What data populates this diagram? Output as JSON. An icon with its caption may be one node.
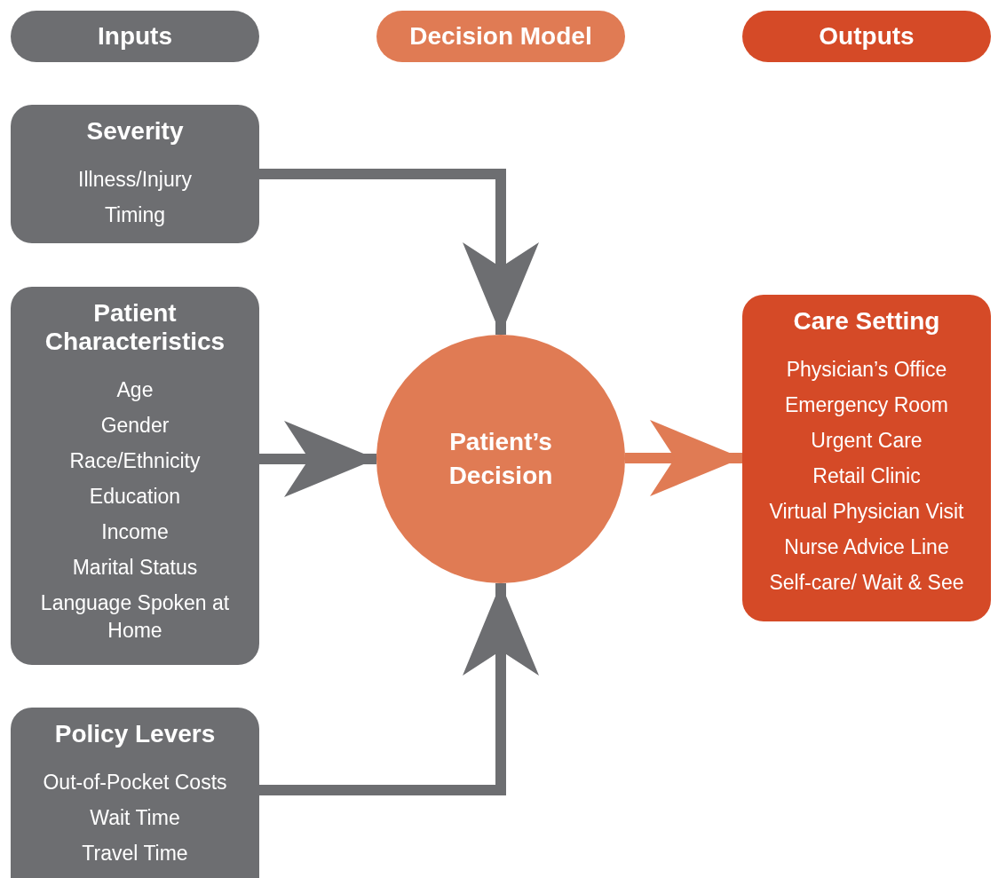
{
  "diagram": {
    "nodes": [
      {
        "text": [
          "Inputs"
        ]
      },
      {
        "text": [
          "Decision Model"
        ]
      },
      {
        "text": [
          "Outputs"
        ]
      },
      {
        "text": [
          "Severity",
          "Illness/Injury",
          "Timing"
        ]
      },
      {
        "text": [
          "Patient Characteristics",
          "Age",
          "Gender",
          "Race/Ethnicity",
          "Education",
          "Income",
          "Marital Status",
          "Language Spoken at Home"
        ]
      },
      {
        "text": [
          "Policy Levers",
          "Out-of-Pocket Costs",
          "Wait Time",
          "Travel Time"
        ]
      },
      {
        "text": [
          "Patient’s Decision"
        ]
      },
      {
        "text": [
          "Care Setting",
          "Physician’s Office",
          "Emergency Room",
          "Urgent Care",
          "Retail Clinic",
          "Virtual Physician Visit",
          "Nurse Advice Line",
          "Self-care/ Wait & See"
        ]
      }
    ],
    "edges": [
      {
        "from": 3,
        "to": 6,
        "arrow": "to"
      },
      {
        "from": 4,
        "to": 6,
        "arrow": "to"
      },
      {
        "from": 5,
        "to": 6,
        "arrow": "to"
      },
      {
        "from": 6,
        "to": 7,
        "arrow": "to",
        "color": "#e07b54"
      }
    ]
  }
}
